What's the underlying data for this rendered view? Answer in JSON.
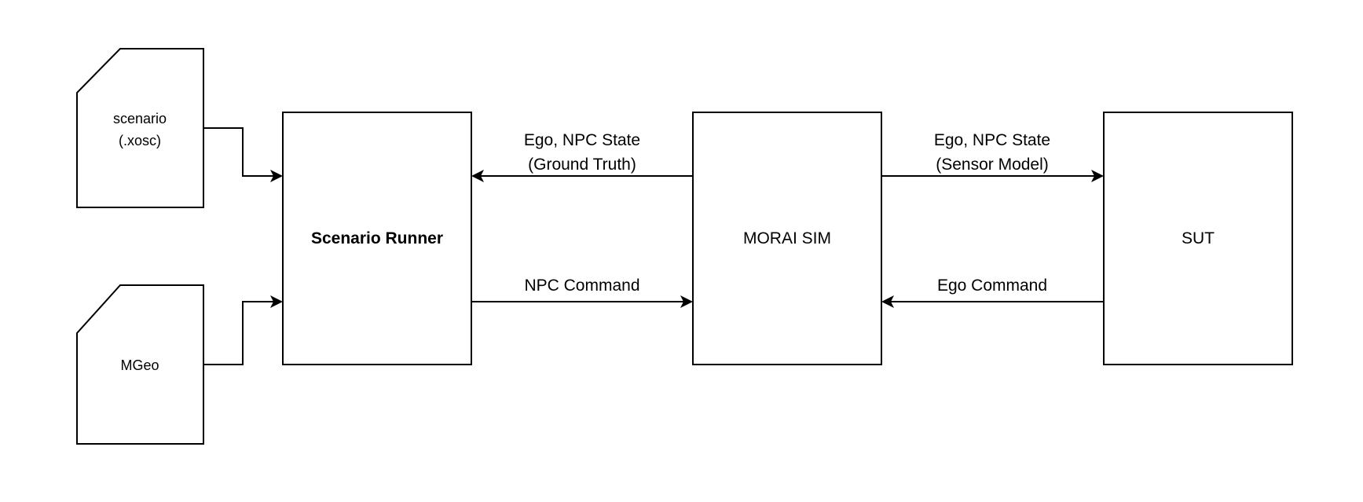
{
  "documents": {
    "scenario": {
      "line1": "scenario",
      "line2": "(.xosc)"
    },
    "mgeo": {
      "label": "MGeo"
    }
  },
  "blocks": {
    "scenario_runner": "Scenario Runner",
    "morai_sim": "MORAI SIM",
    "sut": "SUT"
  },
  "edges": {
    "sim_to_runner": {
      "line1": "Ego, NPC State",
      "line2": "(Ground Truth)"
    },
    "runner_to_sim": {
      "label": "NPC Command"
    },
    "sim_to_sut": {
      "line1": "Ego, NPC State",
      "line2": "(Sensor Model)"
    },
    "sut_to_sim": {
      "label": "Ego Command"
    }
  }
}
